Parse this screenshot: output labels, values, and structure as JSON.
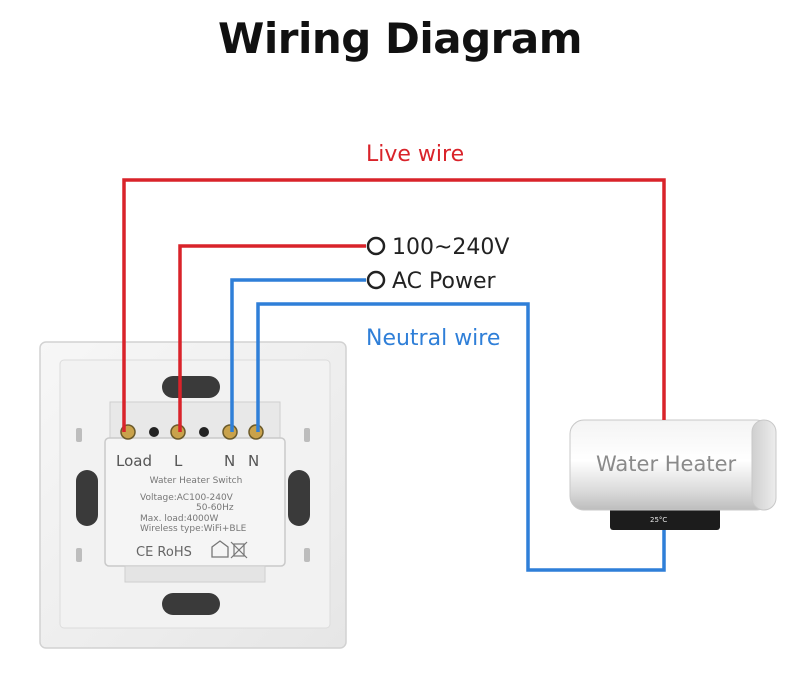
{
  "title": "Wiring Diagram",
  "labels": {
    "live_wire": "Live wire",
    "neutral_wire": "Neutral wire",
    "voltage": "100~240V",
    "ac_power": "AC Power"
  },
  "switch": {
    "terminals": [
      "Load",
      "L",
      "N",
      "N"
    ],
    "product_name": "Water Heater Switch",
    "voltage_spec": "Voltage:AC100-240V",
    "frequency": "50-60Hz",
    "max_load": "Max. load:4000W",
    "wireless": "Wireless type:WiFi+BLE",
    "certifications": "CE RoHS"
  },
  "heater": {
    "label": "Water Heater",
    "display": "25°C"
  },
  "colors": {
    "live": "#d9232a",
    "neutral": "#2f7fd8",
    "title": "#111111"
  }
}
